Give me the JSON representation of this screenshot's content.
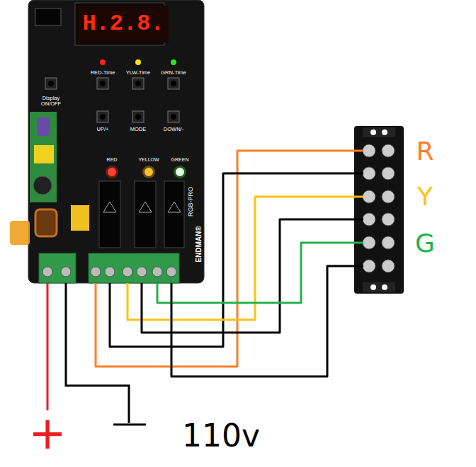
{
  "diagram": {
    "nodes": [
      {
        "text": [
          "RED-Time",
          "YLW-Time",
          "GRN-Time",
          "Display ON/OFF",
          "UP/+",
          "MODE",
          "DOWN/-",
          "RED",
          "YELLOW",
          "GREEN",
          "RGB-PRO",
          "ENDMAN®"
        ]
      },
      {
        "text": [
          "H.2.8."
        ],
        "in": 0
      },
      {
        "text": [
          "R",
          "Y",
          "G"
        ]
      }
    ],
    "edges": [
      {
        "from": 0,
        "to": 2,
        "arrow": "none"
      },
      {
        "from": 0,
        "to": 2,
        "arrow": "none"
      },
      {
        "from": 0,
        "to": 2,
        "arrow": "none"
      },
      {
        "from": 0,
        "to": 2,
        "arrow": "none"
      },
      {
        "from": 0,
        "to": 2,
        "arrow": "none"
      },
      {
        "from": 0,
        "to": 2,
        "arrow": "none"
      }
    ],
    "labels": [
      "+",
      "110v"
    ]
  }
}
